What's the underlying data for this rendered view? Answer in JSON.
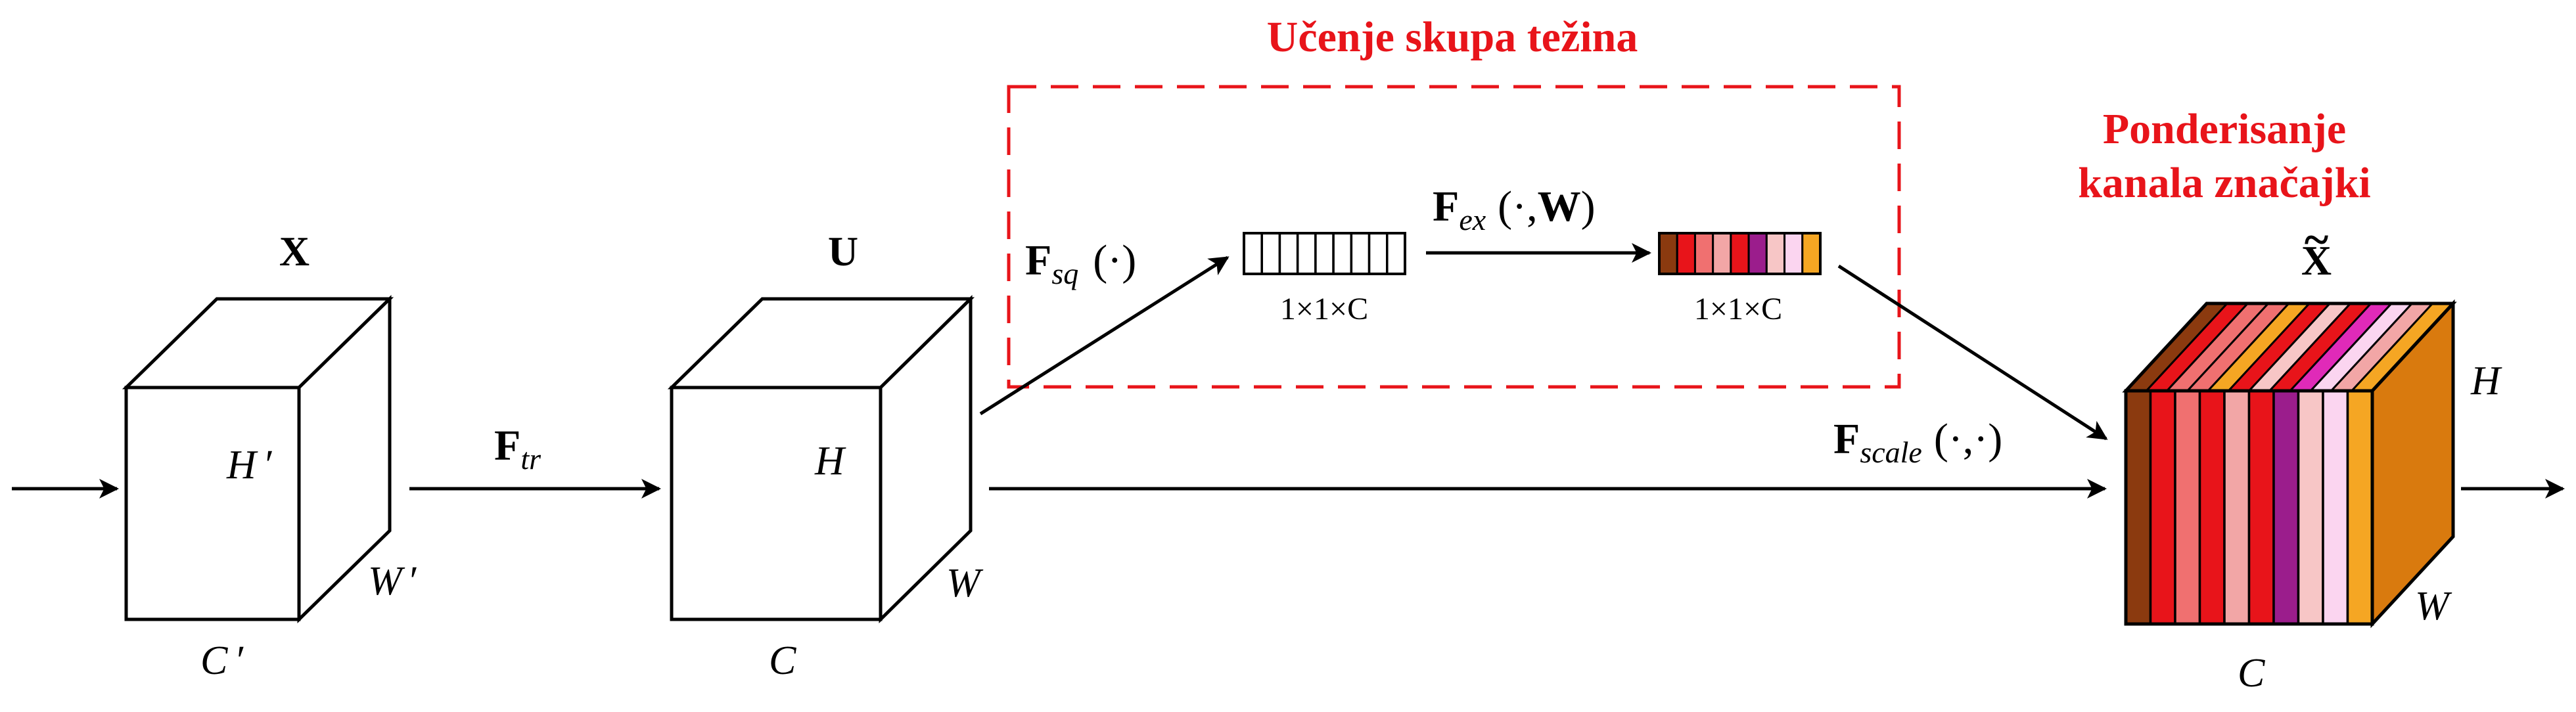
{
  "colors": {
    "stroke": "#000000",
    "highlight": "#e8141a",
    "channels": [
      "#8b3a0f",
      "#e8141a",
      "#f07070",
      "#f2a6a6",
      "#e8141a",
      "#9b1d8c",
      "#f7c6c6",
      "#fbd5f0",
      "#f5a623"
    ],
    "cube_side": "#d97a0e",
    "cube_top_colors": [
      "#8b3a0f",
      "#e8141a",
      "#f07070",
      "#f07070",
      "#f5a623",
      "#e8141a",
      "#f7c6c6",
      "#e8141a",
      "#e02ab8",
      "#fbd5f0",
      "#f2a6a6",
      "#f5a623"
    ]
  },
  "labels": {
    "highlight_title": "Učenje skupa težina",
    "scale_title_line1": "Ponderisanje",
    "scale_title_line2": "kanala značajki"
  },
  "input_cube": {
    "name": "X",
    "height": "H",
    "width": "W",
    "channels": "C",
    "prime": "′"
  },
  "mid_cube": {
    "name": "U",
    "height": "H",
    "width": "W",
    "channels": "C"
  },
  "output_cube": {
    "name": "X",
    "tilde": "~",
    "height": "H",
    "width": "W",
    "channels": "C"
  },
  "operators": {
    "tr": {
      "symbol": "F",
      "sub": "tr"
    },
    "sq": {
      "symbol": "F",
      "sub": "sq",
      "args": "(·)"
    },
    "ex": {
      "symbol": "F",
      "sub": "ex",
      "args_open": "(·,",
      "args_W": "W",
      "args_close": ")"
    },
    "scale": {
      "symbol": "F",
      "sub": "scale",
      "args": "(·,·)"
    }
  },
  "vectors": {
    "squeeze_label": "1×1×C",
    "excite_label": "1×1×C",
    "segments": 9
  },
  "icons": {
    "arrowhead": "arrowhead-icon"
  }
}
